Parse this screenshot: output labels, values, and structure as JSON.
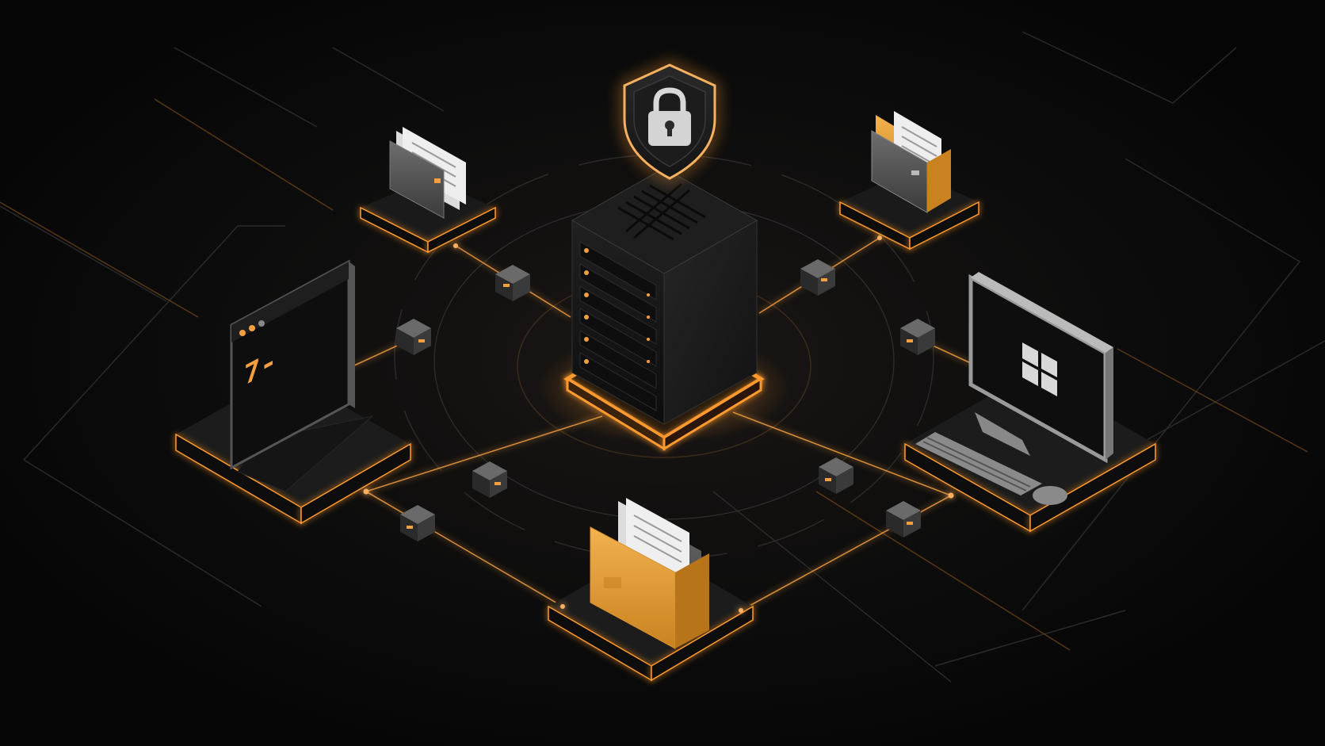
{
  "colors": {
    "background": "#0a0a0a",
    "accent": "#f5a040",
    "accent_glow": "#ff9a2e",
    "surface": "#1a1a1a",
    "surface_light": "#2a2a2a",
    "folder_orange": "#e8a23c",
    "folder_gray": "#5a5a5a",
    "screen": "#111111",
    "metal": "#9a9a9a"
  },
  "nodes": [
    {
      "id": "server",
      "icon": "server-icon"
    },
    {
      "id": "shield",
      "icon": "shield-lock-icon"
    },
    {
      "id": "folder-top-left",
      "icon": "folder-gray-icon"
    },
    {
      "id": "folder-top-right",
      "icon": "folder-orange-icon"
    },
    {
      "id": "terminal",
      "icon": "terminal-window-icon"
    },
    {
      "id": "desktop",
      "icon": "windows-desktop-icon"
    },
    {
      "id": "folder-bottom",
      "icon": "folder-orange-icon"
    }
  ],
  "terminal": {
    "prompt": "7-"
  }
}
